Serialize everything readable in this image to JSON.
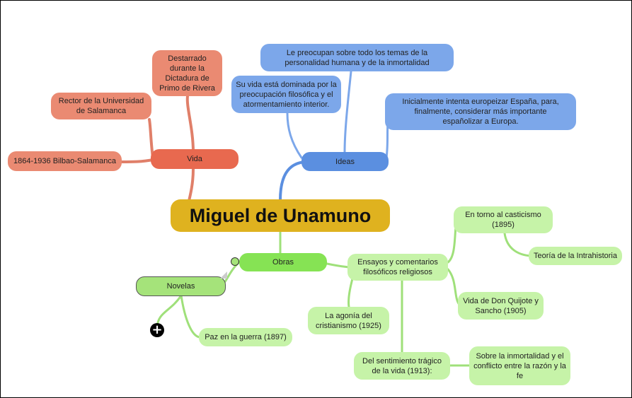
{
  "center": "Miguel de Unamuno",
  "vida": {
    "label": "Vida",
    "children": [
      "Destarrado durante la Dictadura de Primo de Rivera",
      "Rector de la Universidad de Salamanca",
      "1864-1936 Bilbao-Salamanca"
    ]
  },
  "ideas": {
    "label": "Ideas",
    "children": [
      "Le preocupan sobre todo los temas de la personalidad humana y de la inmortalidad",
      "Su vida está dominada por la preocupación filosófica y el atormentamiento interior.",
      "Inicialmente intenta europeizar España, para, finalmente, considerar más importante españolizar a Europa."
    ]
  },
  "obras": {
    "label": "Obras",
    "ensayos": "Ensayos y comentarios filosóficos religiosos",
    "en_torno": "En torno al casticismo (1895)",
    "teoria": "Teoría de la Intrahistoria",
    "quijote": "Vida de Don Quijote y Sancho (1905)",
    "agonia": "La agonía del cristianismo (1925)",
    "sentimiento": "Del sentimiento trágico de la vida (1913):",
    "sobre": "Sobre la inmortalidad y el conflicto entre la razón y la fe",
    "novelas": "Novelas",
    "paz": "Paz en la guerra (1897)"
  },
  "colors": {
    "vida": "#e8694f",
    "ideas": "#5b8fe0",
    "center": "#dfb21f",
    "obras": "#86e354"
  }
}
